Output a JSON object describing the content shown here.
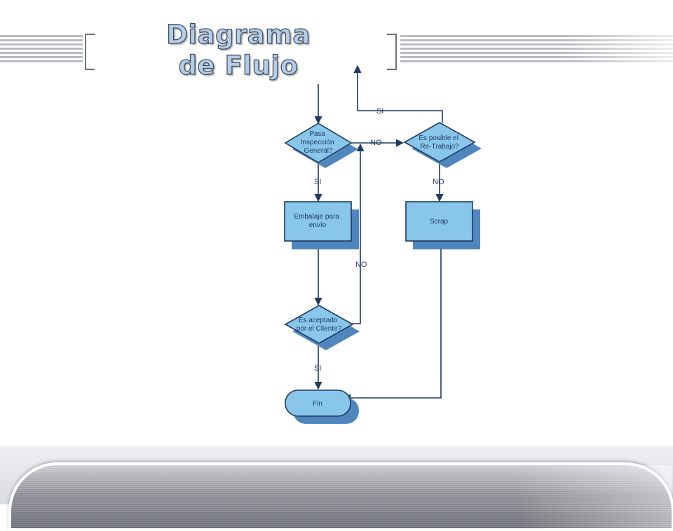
{
  "slide": {
    "title_line1": "Diagrama",
    "title_line2": "de Flujo"
  },
  "flowchart": {
    "nodes": [
      {
        "id": "inspeccion",
        "shape": "decision",
        "lines": [
          "Pasa",
          "Inspección",
          "General?"
        ]
      },
      {
        "id": "retrabajo",
        "shape": "decision",
        "lines": [
          "Es posible el",
          "Re-Trabajo?"
        ]
      },
      {
        "id": "embalaje",
        "shape": "process",
        "lines": [
          "Embalaje para",
          "envío"
        ]
      },
      {
        "id": "scrap",
        "shape": "process",
        "lines": [
          "Scrap"
        ]
      },
      {
        "id": "cliente",
        "shape": "decision",
        "lines": [
          "Es aceptado",
          "por el Cliente?"
        ]
      },
      {
        "id": "fin",
        "shape": "terminator",
        "lines": [
          "Fin"
        ]
      }
    ],
    "edges": [
      {
        "from": "retrabajo",
        "to": "loop-top",
        "label": "SI"
      },
      {
        "from": "inspeccion",
        "to": "retrabajo",
        "label": "NO"
      },
      {
        "from": "inspeccion",
        "to": "embalaje",
        "label": "SI"
      },
      {
        "from": "retrabajo",
        "to": "scrap",
        "label": "NO"
      },
      {
        "from": "cliente",
        "to": "retrabajo",
        "label": "NO"
      },
      {
        "from": "cliente",
        "to": "fin",
        "label": "SI"
      },
      {
        "from": "scrap",
        "to": "fin",
        "label": ""
      }
    ]
  },
  "colors": {
    "shape_fill": "#88c6ea",
    "shadow_fill": "#4f86bd",
    "stroke": "#1f3a5f",
    "connector": "#1f3a5f"
  }
}
